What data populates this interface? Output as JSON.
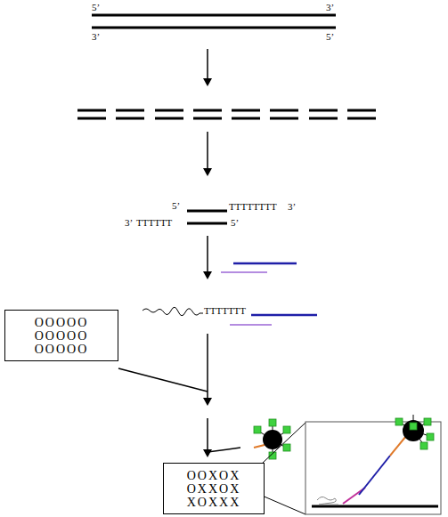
{
  "diagram": {
    "nodes": [
      {
        "text": [
          "OOOOO OOOOO OOOOO"
        ]
      },
      {
        "text": [
          "OOXOX OXXOX XOXXX"
        ]
      }
    ],
    "labels": [
      "5’",
      "3’",
      "3’",
      "5’",
      "5’",
      "TTTTTTTT",
      "3’",
      "3’",
      "TTTTTT",
      "5’",
      "TTTTTTT"
    ]
  }
}
